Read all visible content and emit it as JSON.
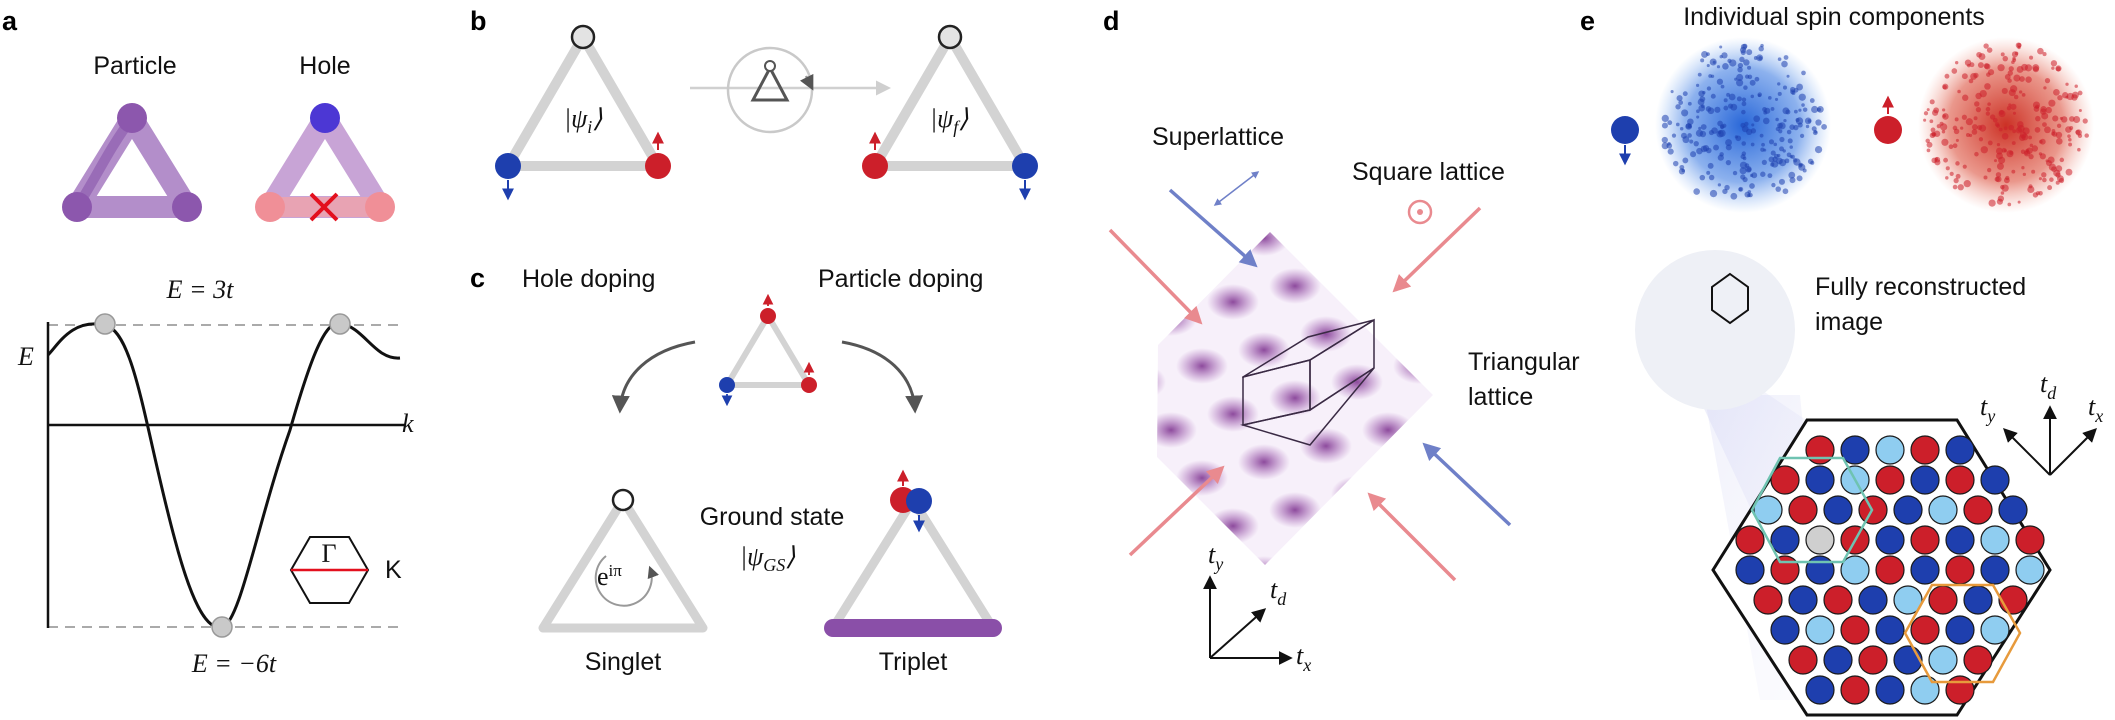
{
  "panels": {
    "a": {
      "letter": "a",
      "particle": "Particle",
      "hole": "Hole",
      "e_top": "E = 3t",
      "e_bottom": "E = −6t",
      "axis_e": "E",
      "axis_k": "k",
      "gamma": "Γ",
      "k_point": "K"
    },
    "b": {
      "letter": "b",
      "psi_i": "|ψ",
      "psi_i_sub": "i",
      "psi_f": "|ψ",
      "psi_f_sub": "f",
      "ket_close": "⟩"
    },
    "c": {
      "letter": "c",
      "hole_doping": "Hole doping",
      "particle_doping": "Particle doping",
      "ground_state": "Ground state",
      "psi_gs": "|ψ",
      "psi_gs_sub": "GS",
      "ket_close": "⟩",
      "phase": "e",
      "phase_sup": "iπ",
      "singlet": "Singlet",
      "triplet": "Triplet"
    },
    "d": {
      "letter": "d",
      "superlattice": "Superlattice",
      "square_lattice": "Square lattice",
      "triangular_line1": "Triangular",
      "triangular_line2": "lattice",
      "t": "t",
      "sub_y": "y",
      "sub_d": "d",
      "sub_x": "x"
    },
    "e": {
      "letter": "e",
      "individual": "Individual spin components",
      "fully_line1": "Fully reconstructed",
      "fully_line2": "image",
      "t": "t",
      "sub_y": "y",
      "sub_d": "d",
      "sub_x": "x"
    }
  },
  "colors": {
    "spin_up_red": "#cc1f2a",
    "spin_down_blue": "#1e3fae",
    "light_blue": "#8fcdf0",
    "purple": "#8a4fa8",
    "pink": "#e98a8f",
    "gray_bar": "#cfcfcf",
    "teal_outline": "#6fc3b1",
    "orange_outline": "#e79a3c"
  }
}
